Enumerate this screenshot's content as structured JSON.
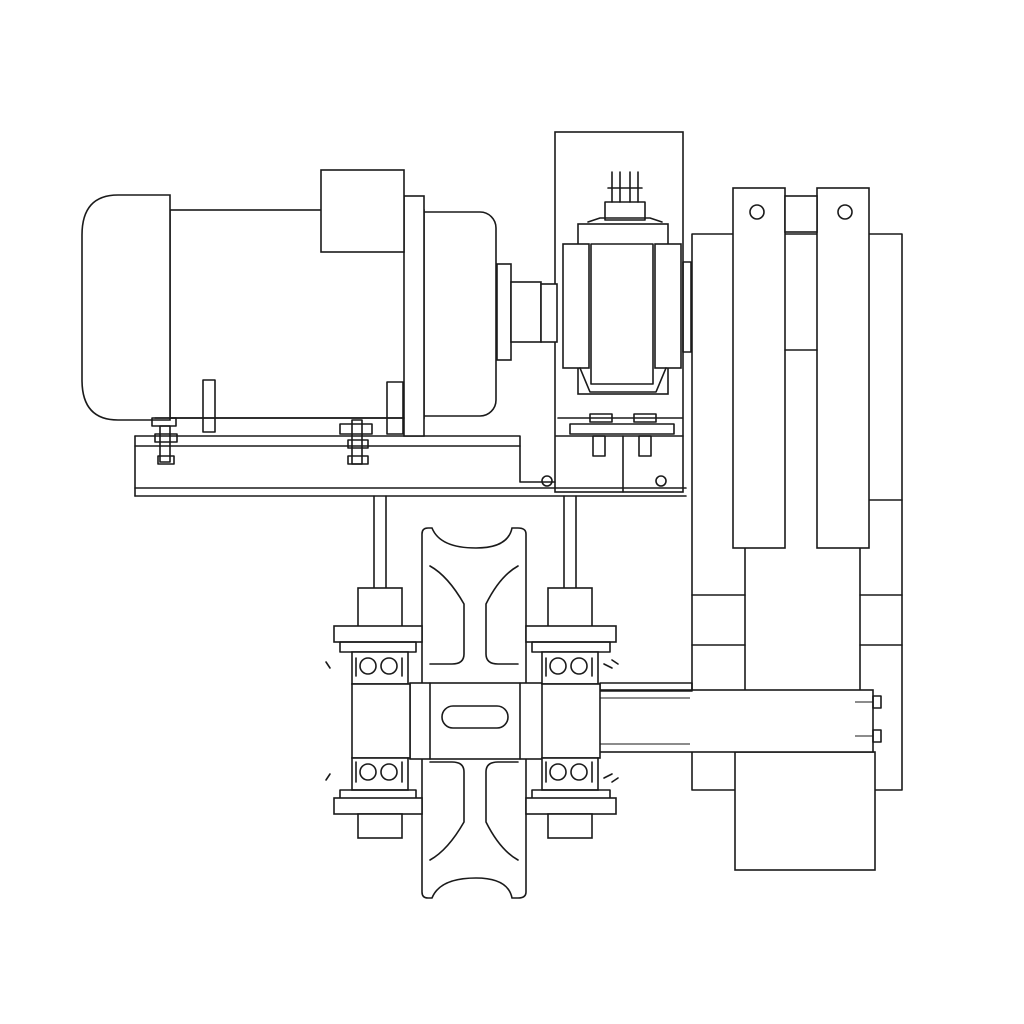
{
  "drawing": {
    "type": "mechanical-line-drawing",
    "background": "#ffffff",
    "line_color": "#1a1a1a",
    "components": [
      "electric-motor",
      "coupling",
      "gearbox",
      "base-frame",
      "support-stand",
      "bearing-housing-left",
      "bearing-housing-right",
      "grooved-pulley",
      "drive-shaft",
      "shaft-keyway"
    ]
  }
}
